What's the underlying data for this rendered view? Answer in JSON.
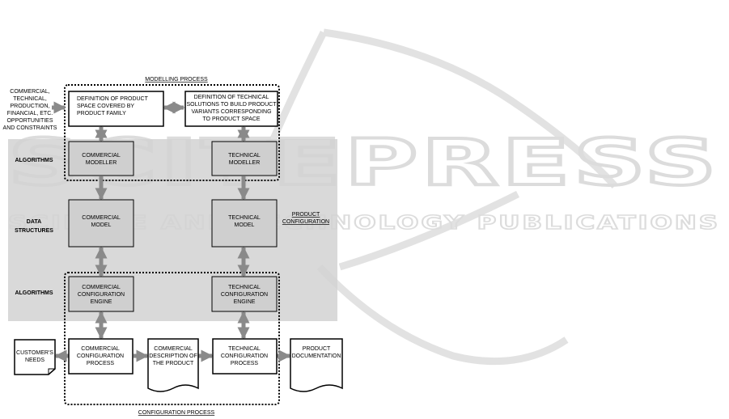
{
  "watermark": {
    "title": "SCITEPRESS",
    "subtitle": "SCIENCE AND TECHNOLOGY PUBLICATIONS"
  },
  "diagram": {
    "inputs": [
      "COMMERCIAL,",
      "TECHNICAL,",
      "PRODUCTION,",
      "FINANCIAL, ETC.",
      "OPPORTUNITIES",
      "AND CONSTRAINTS"
    ],
    "row_labels": {
      "algorithms_top": "ALGORITHMS",
      "data_structures": [
        "DATA",
        "STRUCTURES"
      ],
      "algorithms_bottom": "ALGORITHMS"
    },
    "group_labels": {
      "modelling_process": "MODELLING PROCESS",
      "product_configuration": [
        "PRODUCT",
        "CONFIGURATION"
      ],
      "configuration_process": "CONFIGURATION PROCESS"
    },
    "boxes": {
      "product_space": [
        "DEFINITION OF PRODUCT",
        "SPACE COVERED BY",
        "PRODUCT FAMILY"
      ],
      "technical_solutions": [
        "DEFINITION OF TECHNICAL",
        "SOLUTIONS TO BUILD PRODUCT",
        "VARIANTS CORRESPONDING",
        "TO PRODUCT SPACE"
      ],
      "commercial_modeller": [
        "COMMERCIAL",
        "MODELLER"
      ],
      "technical_modeller": [
        "TECHNICAL",
        "MODELLER"
      ],
      "commercial_model": [
        "COMMERCIAL",
        "MODEL"
      ],
      "technical_model": [
        "TECHNICAL",
        "MODEL"
      ],
      "commercial_engine": [
        "COMMERCIAL",
        "CONFIGURATION",
        "ENGINE"
      ],
      "technical_engine": [
        "TECHNICAL",
        "CONFIGURATION",
        "ENGINE"
      ],
      "customers_needs": [
        "CUSTOMER'S",
        "NEEDS"
      ],
      "commercial_process": [
        "COMMERCIAL",
        "CONFIGURATION",
        "PROCESS"
      ],
      "commercial_description": [
        "COMMERCIAL",
        "DESCRIPTION OF",
        "THE PRODUCT"
      ],
      "technical_process": [
        "TECHNICAL",
        "CONFIGURATION",
        "PROCESS"
      ],
      "product_documentation": [
        "PRODUCT",
        "DOCUMENTATION"
      ]
    }
  }
}
